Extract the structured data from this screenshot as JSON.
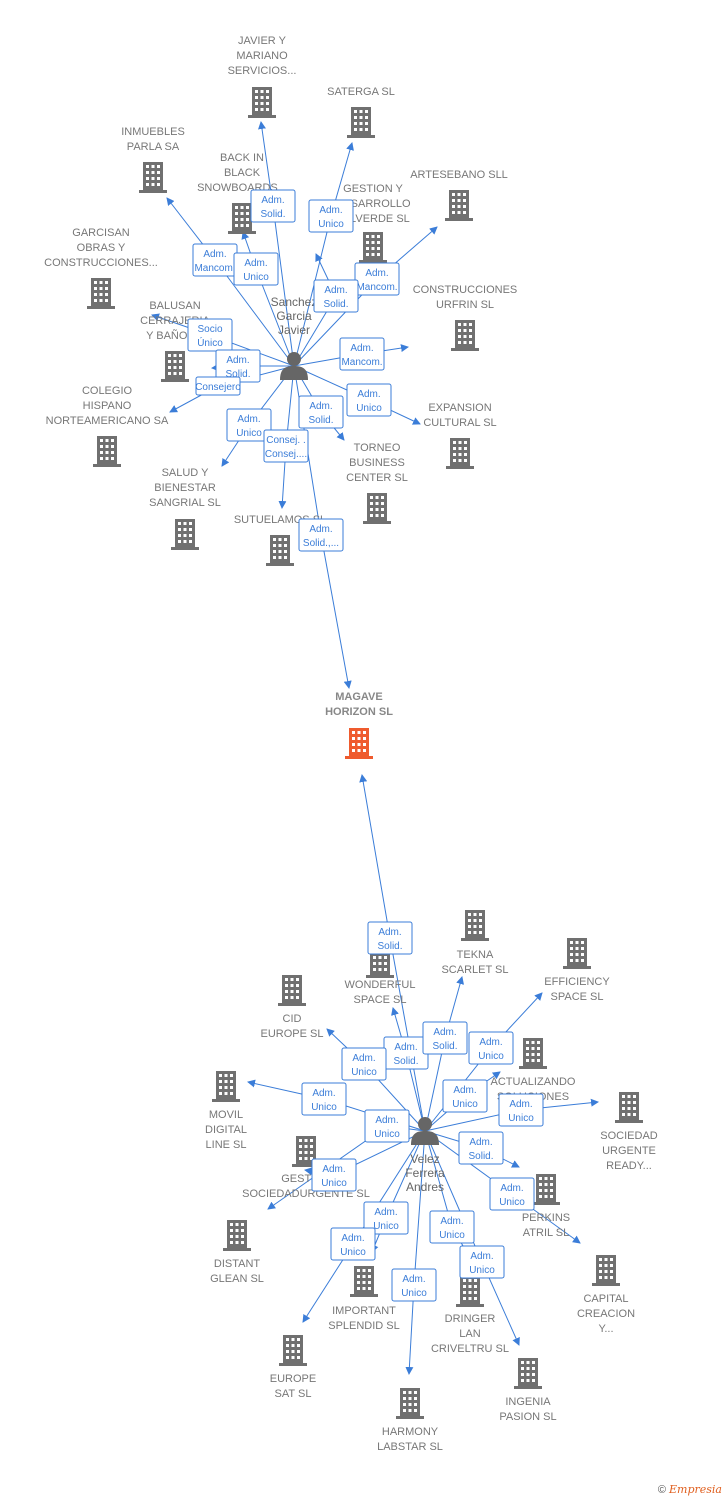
{
  "colors": {
    "edge": "#3b7dd8",
    "building": "#707070",
    "main_building": "#ef5b2e",
    "person": "#666666",
    "role_border": "#3b7dd8",
    "role_text": "#3b7dd8"
  },
  "main_company": {
    "label": [
      "MAGAVE",
      "HORIZON  SL"
    ],
    "icon": "building-icon"
  },
  "persons": [
    {
      "id": "p1",
      "label": [
        "Sanchez",
        "Garcia",
        "Javier"
      ],
      "icon": "person-icon"
    },
    {
      "id": "p2",
      "label": [
        "Velez",
        "Ferrera",
        "Andres"
      ],
      "icon": "person-icon"
    }
  ],
  "companies_top": [
    {
      "id": "c_javier",
      "label": [
        "JAVIER Y",
        "MARIANO",
        "SERVICIOS..."
      ]
    },
    {
      "id": "c_saterga",
      "label": [
        "SATERGA SL"
      ]
    },
    {
      "id": "c_inmuebles",
      "label": [
        "INMUEBLES",
        "PARLA SA"
      ]
    },
    {
      "id": "c_backin",
      "label": [
        "BACK IN",
        "BLACK",
        "SNOWBOARDS..."
      ]
    },
    {
      "id": "c_artesebano",
      "label": [
        "ARTESEBANO SLL"
      ]
    },
    {
      "id": "c_gestion",
      "label": [
        "GESTION Y",
        "DESARROLLO",
        "VALVERDE SL"
      ]
    },
    {
      "id": "c_garcisan",
      "label": [
        "GARCISAN",
        "OBRAS Y",
        "CONSTRUCCIONES..."
      ]
    },
    {
      "id": "c_urfrin",
      "label": [
        "CONSTRUCCIONES",
        "URFRIN SL"
      ]
    },
    {
      "id": "c_balusan",
      "label": [
        "BALUSAN",
        "CERRAJERIA",
        "Y BAÑOS..."
      ]
    },
    {
      "id": "c_colegio",
      "label": [
        "COLEGIO",
        "HISPANO",
        "NORTEAMERICANO SA"
      ]
    },
    {
      "id": "c_expansion",
      "label": [
        "EXPANSION",
        "CULTURAL SL"
      ]
    },
    {
      "id": "c_torneo",
      "label": [
        "TORNEO",
        "BUSINESS",
        "CENTER  SL"
      ]
    },
    {
      "id": "c_salud",
      "label": [
        "SALUD Y",
        "BIENESTAR",
        "SANGRIAL SL"
      ]
    },
    {
      "id": "c_sutuelamos",
      "label": [
        "SUTUELAMOS SL"
      ]
    }
  ],
  "companies_bottom": [
    {
      "id": "c_tekna",
      "label": [
        "TEKNA",
        "SCARLET  SL"
      ]
    },
    {
      "id": "c_wonderful",
      "label": [
        "WONDERFUL",
        "SPACE  SL"
      ]
    },
    {
      "id": "c_efficiency",
      "label": [
        "EFFICIENCY",
        "SPACE SL"
      ]
    },
    {
      "id": "c_cid",
      "label": [
        "CID",
        "EUROPE  SL"
      ]
    },
    {
      "id": "c_actualizando",
      "label": [
        "ACTUALIZANDO",
        "SOLUCIONES"
      ]
    },
    {
      "id": "c_movil",
      "label": [
        "MOVIL",
        "DIGITAL",
        "LINE SL"
      ]
    },
    {
      "id": "c_sociedad",
      "label": [
        "SOCIEDAD",
        "URGENTE",
        "READY..."
      ]
    },
    {
      "id": "c_gest",
      "label": [
        "GESTION",
        "SOCIEDADURGENTE SL"
      ]
    },
    {
      "id": "c_perkins",
      "label": [
        "PERKINS",
        "ATRIL  SL"
      ]
    },
    {
      "id": "c_distant",
      "label": [
        "DISTANT",
        "GLEAN  SL"
      ]
    },
    {
      "id": "c_capital",
      "label": [
        "CAPITAL",
        "CREACION",
        "Y..."
      ]
    },
    {
      "id": "c_important",
      "label": [
        "IMPORTANT",
        "SPLENDID  SL"
      ]
    },
    {
      "id": "c_dringer",
      "label": [
        "DRINGER",
        "LAN",
        "CRIVELTRU SL"
      ]
    },
    {
      "id": "c_europe_sat",
      "label": [
        "EUROPE",
        "SAT  SL"
      ]
    },
    {
      "id": "c_ingenia",
      "label": [
        "INGENIA",
        "PASION  SL"
      ]
    },
    {
      "id": "c_harmony",
      "label": [
        "HARMONY",
        "LABSTAR SL"
      ]
    }
  ],
  "roles": [
    [
      "Adm.",
      "Solid."
    ],
    [
      "Adm.",
      "Unico"
    ],
    [
      "Adm.",
      "Mancom."
    ],
    [
      "Adm.",
      "Unico"
    ],
    [
      "Adm.",
      "Mancom."
    ],
    [
      "Adm.",
      "Solid."
    ],
    [
      "Socio",
      "Único"
    ],
    [
      "Adm.",
      "Solid."
    ],
    [
      "Consejero"
    ],
    [
      "Adm.",
      "Mancom."
    ],
    [
      "Adm.",
      "Unico"
    ],
    [
      "Adm.",
      "Unico"
    ],
    [
      "Adm.",
      "Solid."
    ],
    [
      "Consej. .",
      "Consej...."
    ],
    [
      "Adm.",
      "Solid.,..."
    ],
    [
      "Adm.",
      "Solid."
    ],
    [
      "Adm.",
      "Solid."
    ],
    [
      "Adm.",
      "Solid."
    ],
    [
      "Adm.",
      "Unico"
    ],
    [
      "Adm.",
      "Unico"
    ],
    [
      "Adm.",
      "Unico"
    ],
    [
      "Adm.",
      "Unico"
    ],
    [
      "Adm.",
      "Unico"
    ],
    [
      "Adm.",
      "Unico"
    ],
    [
      "Adm.",
      "Solid."
    ],
    [
      "Adm.",
      "Unico"
    ],
    [
      "Adm.",
      "Unico"
    ],
    [
      "Adm.",
      "Unico"
    ],
    [
      "Adm.",
      "Unico"
    ],
    [
      "Adm.",
      "Unico"
    ],
    [
      "Adm.",
      "Unico"
    ],
    [
      "Adm.",
      "Unico"
    ]
  ],
  "footer": {
    "copyright": "©",
    "brand": "Empresia"
  }
}
